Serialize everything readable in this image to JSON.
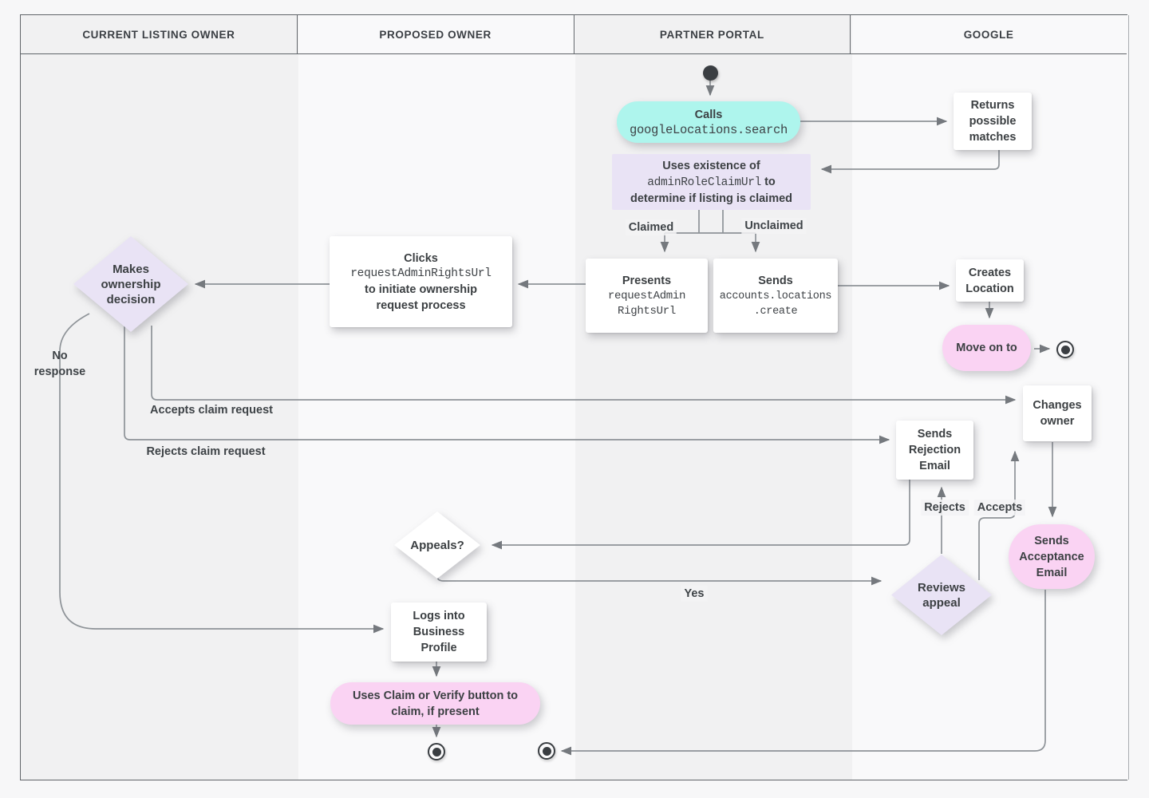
{
  "lanes": [
    {
      "label": "CURRENT LISTING OWNER"
    },
    {
      "label": "PROPOSED OWNER"
    },
    {
      "label": "PARTNER PORTAL"
    },
    {
      "label": "GOOGLE"
    }
  ],
  "nodes": {
    "calls": {
      "title": "Calls",
      "code": "googleLocations.search"
    },
    "returns_matches": {
      "text": "Returns possible matches"
    },
    "uses_existence": {
      "line1": "Uses existence of",
      "code": "adminRoleClaimUrl",
      "line2_suffix": " to",
      "line3": "determine if listing is claimed"
    },
    "presents": {
      "title": "Presents",
      "code1": "requestAdmin",
      "code2": "RightsUrl"
    },
    "sends_create": {
      "title": "Sends",
      "code1": "accounts.locations",
      "code2": ".create"
    },
    "clicks": {
      "title": "Clicks",
      "code": "requestAdminRightsUrl",
      "line3": "to initiate ownership",
      "line4": "request process"
    },
    "makes_decision": {
      "text": "Makes ownership decision"
    },
    "creates_location": {
      "text": "Creates Location"
    },
    "move_on": {
      "text": "Move on to"
    },
    "changes_owner": {
      "text": "Changes owner"
    },
    "sends_rejection": {
      "text": "Sends Rejection Email"
    },
    "sends_acceptance": {
      "text": "Sends Acceptance Email"
    },
    "reviews_appeal": {
      "text": "Reviews appeal"
    },
    "appeals": {
      "text": "Appeals?"
    },
    "logs_in": {
      "text": "Logs into Business Profile"
    },
    "uses_claim": {
      "text": "Uses Claim or Verify button to claim, if present"
    }
  },
  "edge_labels": {
    "claimed": "Claimed",
    "unclaimed": "Unclaimed",
    "accepts_claim": "Accepts claim request",
    "rejects_claim": "Rejects claim request",
    "no_response": "No response",
    "appeal_rejects": "Rejects",
    "appeal_accepts": "Accepts",
    "yes": "Yes"
  },
  "colors": {
    "teal": "#aef5ed",
    "lavender": "#e9e3f5",
    "pink": "#fad3f3",
    "lane_dark": "#f1f1f2",
    "lane_light": "#f9f9fa",
    "line": "#8e9398",
    "arrowhead": "#75797e",
    "text": "#3c4043"
  }
}
